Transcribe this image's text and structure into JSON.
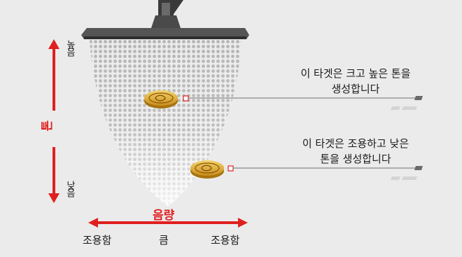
{
  "diagram": {
    "tone_label": "톤",
    "tone_high": "높음",
    "tone_low": "낮음",
    "volume_label": "음량",
    "volume_left": "조용함",
    "volume_center": "큼",
    "volume_right": "조용함",
    "target1_line1": "이 타겟은 크고 높은 톤을",
    "target1_line2": "생성합니다",
    "target2_line1": "이 타겟은 조용하고 낮은",
    "target2_line2": "톤을 생성합니다"
  },
  "colors": {
    "arrow_red": "#e02020",
    "background": "#ebebeb",
    "coil_dark": "#555555",
    "coin_gold": "#e8b73a"
  }
}
